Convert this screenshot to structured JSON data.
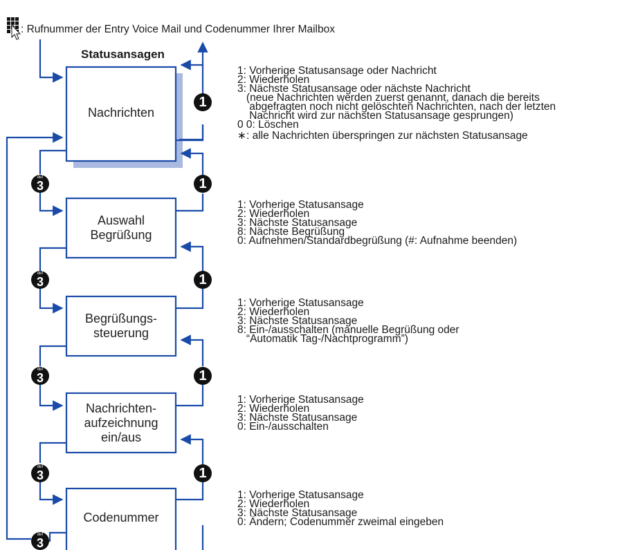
{
  "header": {
    "text": ": Rufnummer der Entry Voice Mail und Codenummer Ihrer Mailbox"
  },
  "title": "Statusansagen",
  "boxes": [
    {
      "label": "Nachrichten"
    },
    {
      "label": "Auswahl\nBegrüßung"
    },
    {
      "label": "Begrüßungs-\nsteuerung"
    },
    {
      "label": "Nachrichten-\naufzeichnung\nein/aus"
    },
    {
      "label": "Codenummer"
    }
  ],
  "key_one": {
    "digit": "1"
  },
  "key_three": {
    "digit": "3",
    "letters": "def"
  },
  "descriptions": {
    "nachrichten": [
      "1: Vorherige Statusansage oder Nachricht",
      "2: Wiederholen",
      "3: Nächste Statusansage oder nächste Nachricht",
      "   (neue Nachrichten werden zuerst genannt, danach die bereits",
      "    abgefragten noch nicht gelöschten Nachrichten, nach der letzten",
      "    Nachricht wird zur nächsten Statusansage gesprungen)",
      "0 0: Löschen",
      "∗: alle Nachrichten überspringen zur nächsten Statusansage"
    ],
    "auswahl": [
      "1: Vorherige Statusansage",
      "2: Wiederholen",
      "3: Nächste Statusansage",
      "8: Nächste Begrüßung",
      "0: Aufnehmen/Standardbegrüßung (#: Aufnahme beenden)"
    ],
    "steuerung": [
      "1: Vorherige Statusansage",
      "2: Wiederholen",
      "3: Nächste Statusansage",
      "8: Ein-/ausschalten (manuelle Begrüßung oder",
      "   “Automatik Tag-/Nachtprogramm”)"
    ],
    "aufzeichnung": [
      "1: Vorherige Statusansage",
      "2: Wiederholen",
      "3: Nächste Statusansage",
      "0: Ein-/ausschalten"
    ],
    "codenummer": [
      "1: Vorherige Statusansage",
      "2: Wiederholen",
      "3: Nächste Statusansage",
      "0: Ändern; Codenummer zweimal eingeben"
    ]
  }
}
